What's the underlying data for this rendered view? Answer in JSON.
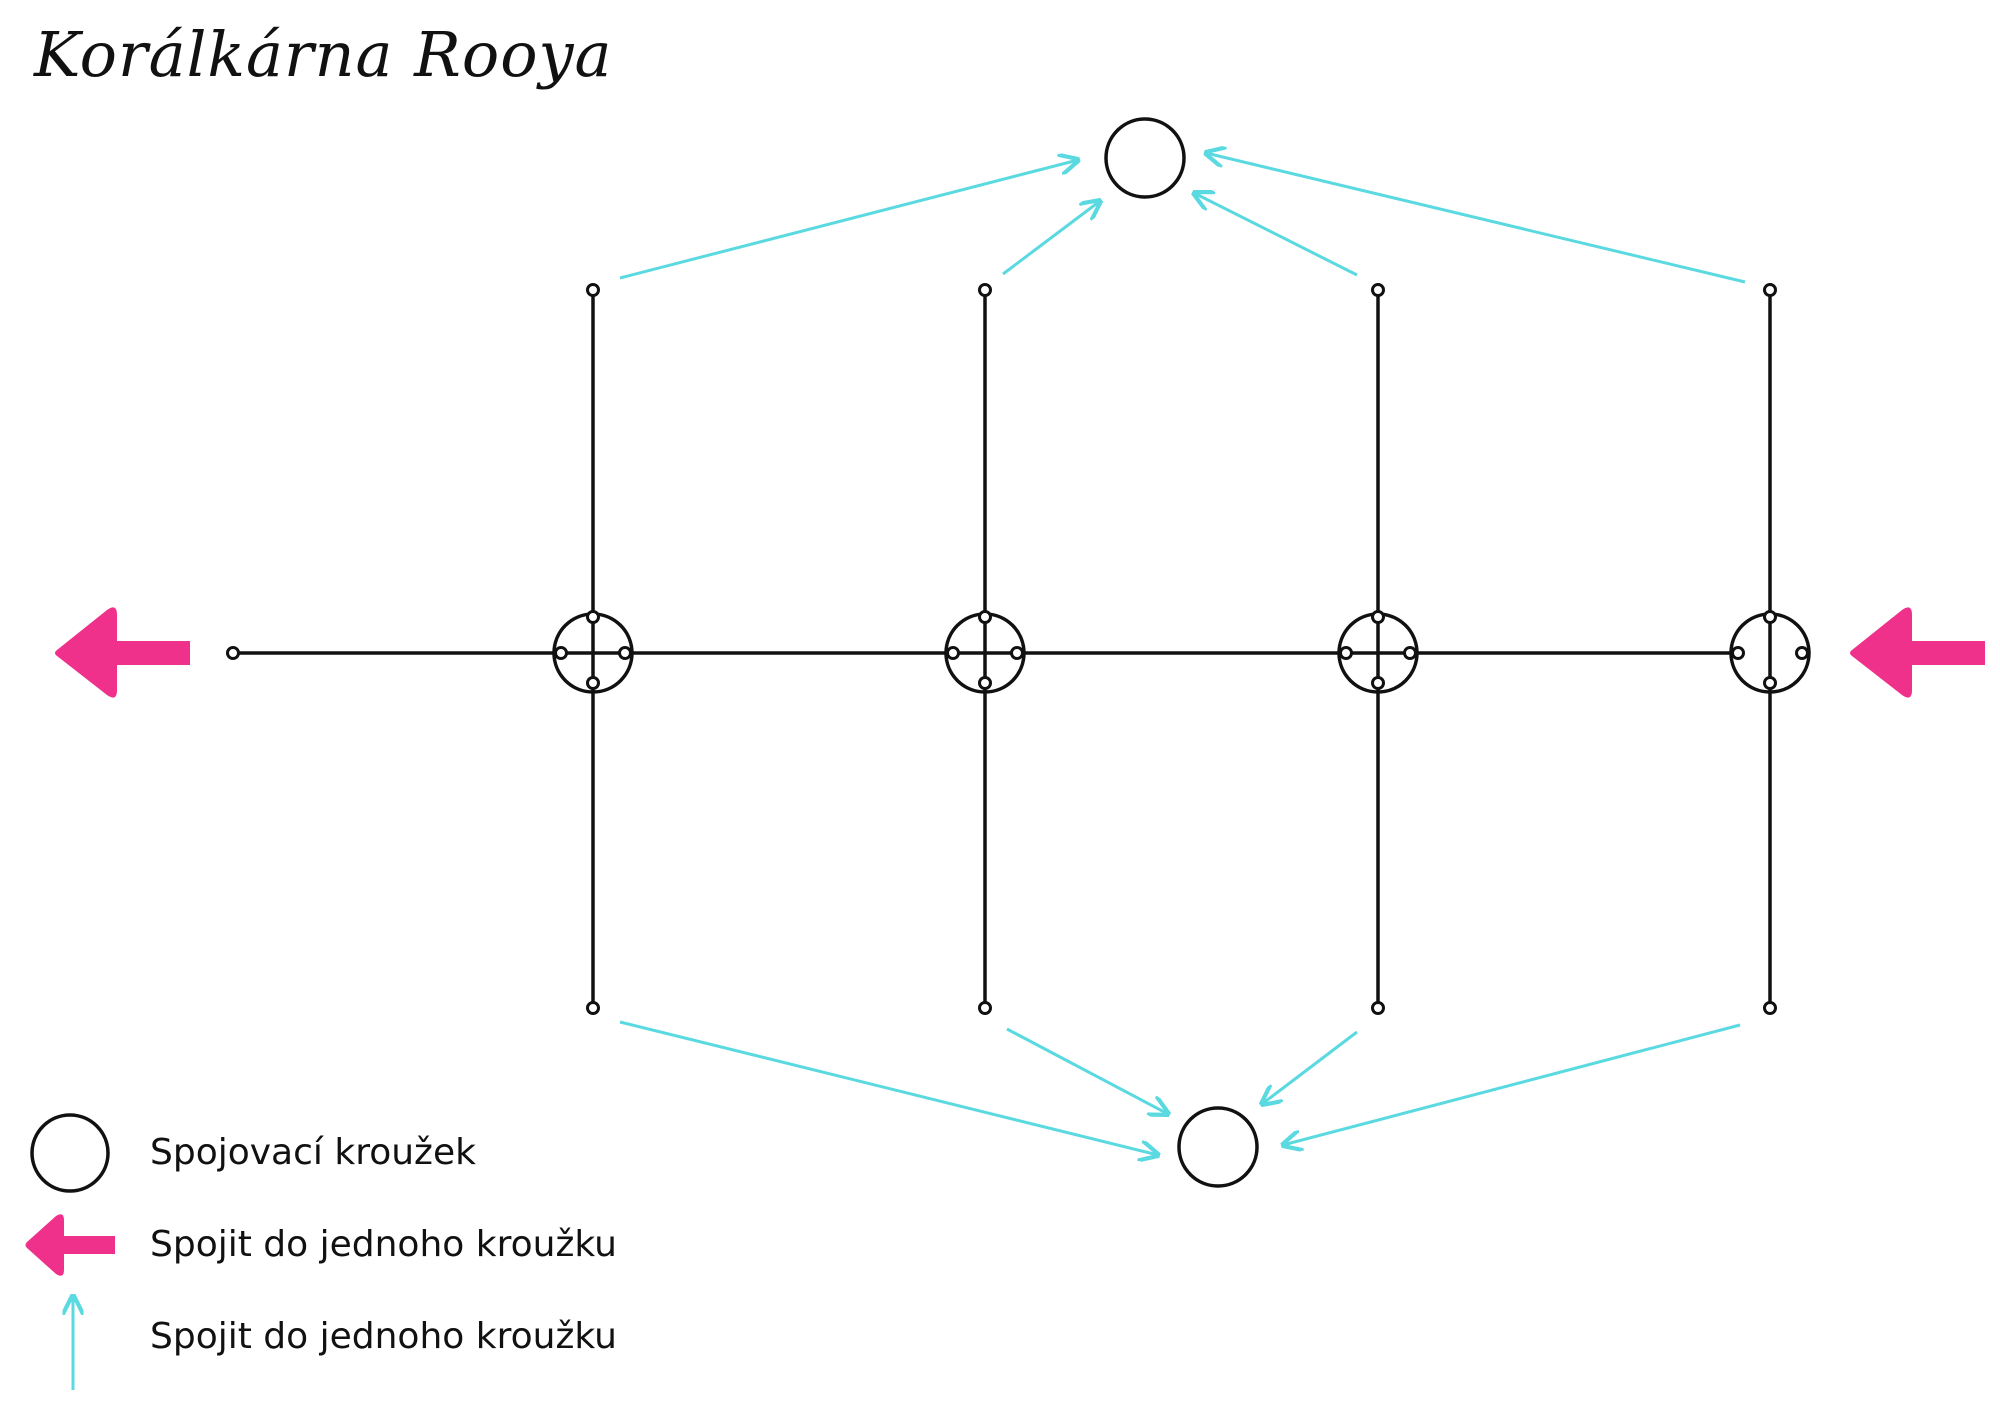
{
  "brand": {
    "name": "Korálkárna Rooya"
  },
  "legend": {
    "items": [
      {
        "label": "Spojovací kroužek",
        "icon": "ring-icon"
      },
      {
        "label": "Spojit do jednoho kroužku",
        "icon": "pink-arrow-icon"
      },
      {
        "label": "Spojit do jednoho kroužku",
        "icon": "cyan-arrow-icon"
      }
    ]
  },
  "colors": {
    "line": "#111111",
    "pink": "#f0318c",
    "cyan": "#5ad9e1"
  }
}
